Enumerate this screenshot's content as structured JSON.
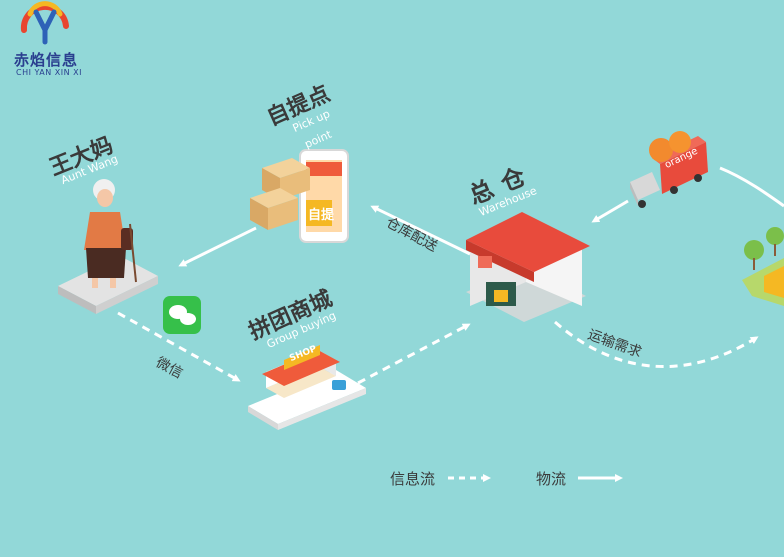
{
  "logo": {
    "name": "赤焰信息",
    "subtitle": "CHI YAN XIN XI"
  },
  "nodes": {
    "aunt": {
      "label_cn": "王大妈",
      "label_en": "Aunt Wang"
    },
    "pickup": {
      "label_cn": "自提点",
      "label_en_1": "Pick up",
      "label_en_2": "point",
      "phone_sign": "自提"
    },
    "warehouse": {
      "label_cn": "总仓",
      "label_en": "Warehouse"
    },
    "group": {
      "label_cn": "拼团商城",
      "label_en": "Group buying",
      "shop_sign": "SHOP"
    },
    "truck": {
      "sign": "orange"
    }
  },
  "edges": {
    "warehouse_to_pickup": "仓库配送",
    "aunt_to_group": "微信",
    "warehouse_to_farm": "运输需求"
  },
  "legend": {
    "info_flow": "信息流",
    "logistics": "物流"
  },
  "colors": {
    "background": "#92d8d8",
    "arrow": "#ffffff",
    "label": "#3a3a3a",
    "roof_red": "#e84b3c"
  }
}
